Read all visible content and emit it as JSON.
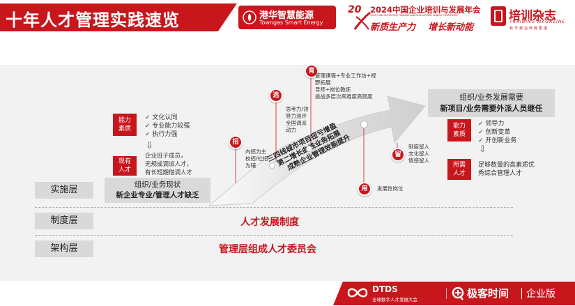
{
  "header": {
    "title": "十年人才管理实践速览",
    "towngas_cn": "港华智慧能源",
    "towngas_en": "Towngas Smart Energy",
    "conf_year": "20",
    "conf_title": "2024中国企业培训与发展年会",
    "conf_sub": "2024 CHINA ENTERPRISE TRAINING AND DEVELOPMENT ANNUAL CONFERENCE",
    "conf_slogan1": "新质生产力",
    "conf_slogan2": "增长新动能",
    "magazine_cn": "培训杂志",
    "magazine_en": "TRAINING MAGAZINE",
    "magazine_sub": "新华报业传媒集团"
  },
  "left": {
    "ability_label": "能力\n素质",
    "ability_items": [
      "✓ 文化认同",
      "✓ 专业能力较强",
      "✓ 执行力强"
    ],
    "current_label": "现有\n人才",
    "current_text": [
      "企业班子成员，",
      "无规成调派人才，",
      "有长短期借调人才"
    ]
  },
  "stages": {
    "zhao": {
      "char": "招",
      "text": [
        "内招为主",
        "校招/社招",
        "为辅"
      ]
    },
    "xuan": {
      "char": "选",
      "text": [
        "思考力/领",
        "导力测评",
        "全国调派",
        "动力"
      ]
    },
    "yu": {
      "char": "育",
      "text": [
        "管理课程+专业工作坊+视",
        "野拓展",
        "导师+岗位教练",
        "挑战多层次高难度高频度"
      ]
    },
    "yong": {
      "char": "用",
      "text": [
        "发展性岗位"
      ]
    },
    "liu": {
      "char": "留",
      "text": [
        "制度留人",
        "文化留人",
        "情感留人"
      ]
    }
  },
  "arrow_text": [
    "三四线城市项目扭亏增盈",
    "第二增长曲线业务拓展",
    "成熟企业管理效能提升"
  ],
  "right": {
    "need_line1": "组织/业务发展需要",
    "need_line2": "新项目/业务需要外派人员继任",
    "ability_label": "能力\n素质",
    "ability_items": [
      "✓ 领导力",
      "✓ 创新变革",
      "✓ 开创新业务"
    ],
    "needed_label": "所需\n人才",
    "needed_text": [
      "足够数量的高素质优",
      "秀综合管理人才"
    ]
  },
  "status": {
    "line1": "组织/业务现状",
    "line2": "新企业专业/管理人才缺乏"
  },
  "layers": [
    {
      "name": "实施层",
      "content": ""
    },
    {
      "name": "制度层",
      "content": "人才发展制度"
    },
    {
      "name": "架构层",
      "content": "管理层组成人才委员会"
    }
  ],
  "footer": {
    "dtds_title": "DTDS",
    "dtds_sub": "全球数字人才发展大会",
    "geek": "极客时间",
    "edition": "企业版"
  },
  "colors": {
    "accent": "#c8161d",
    "panel": "#f2f2f2",
    "layer_box": "#d9d9d9"
  }
}
